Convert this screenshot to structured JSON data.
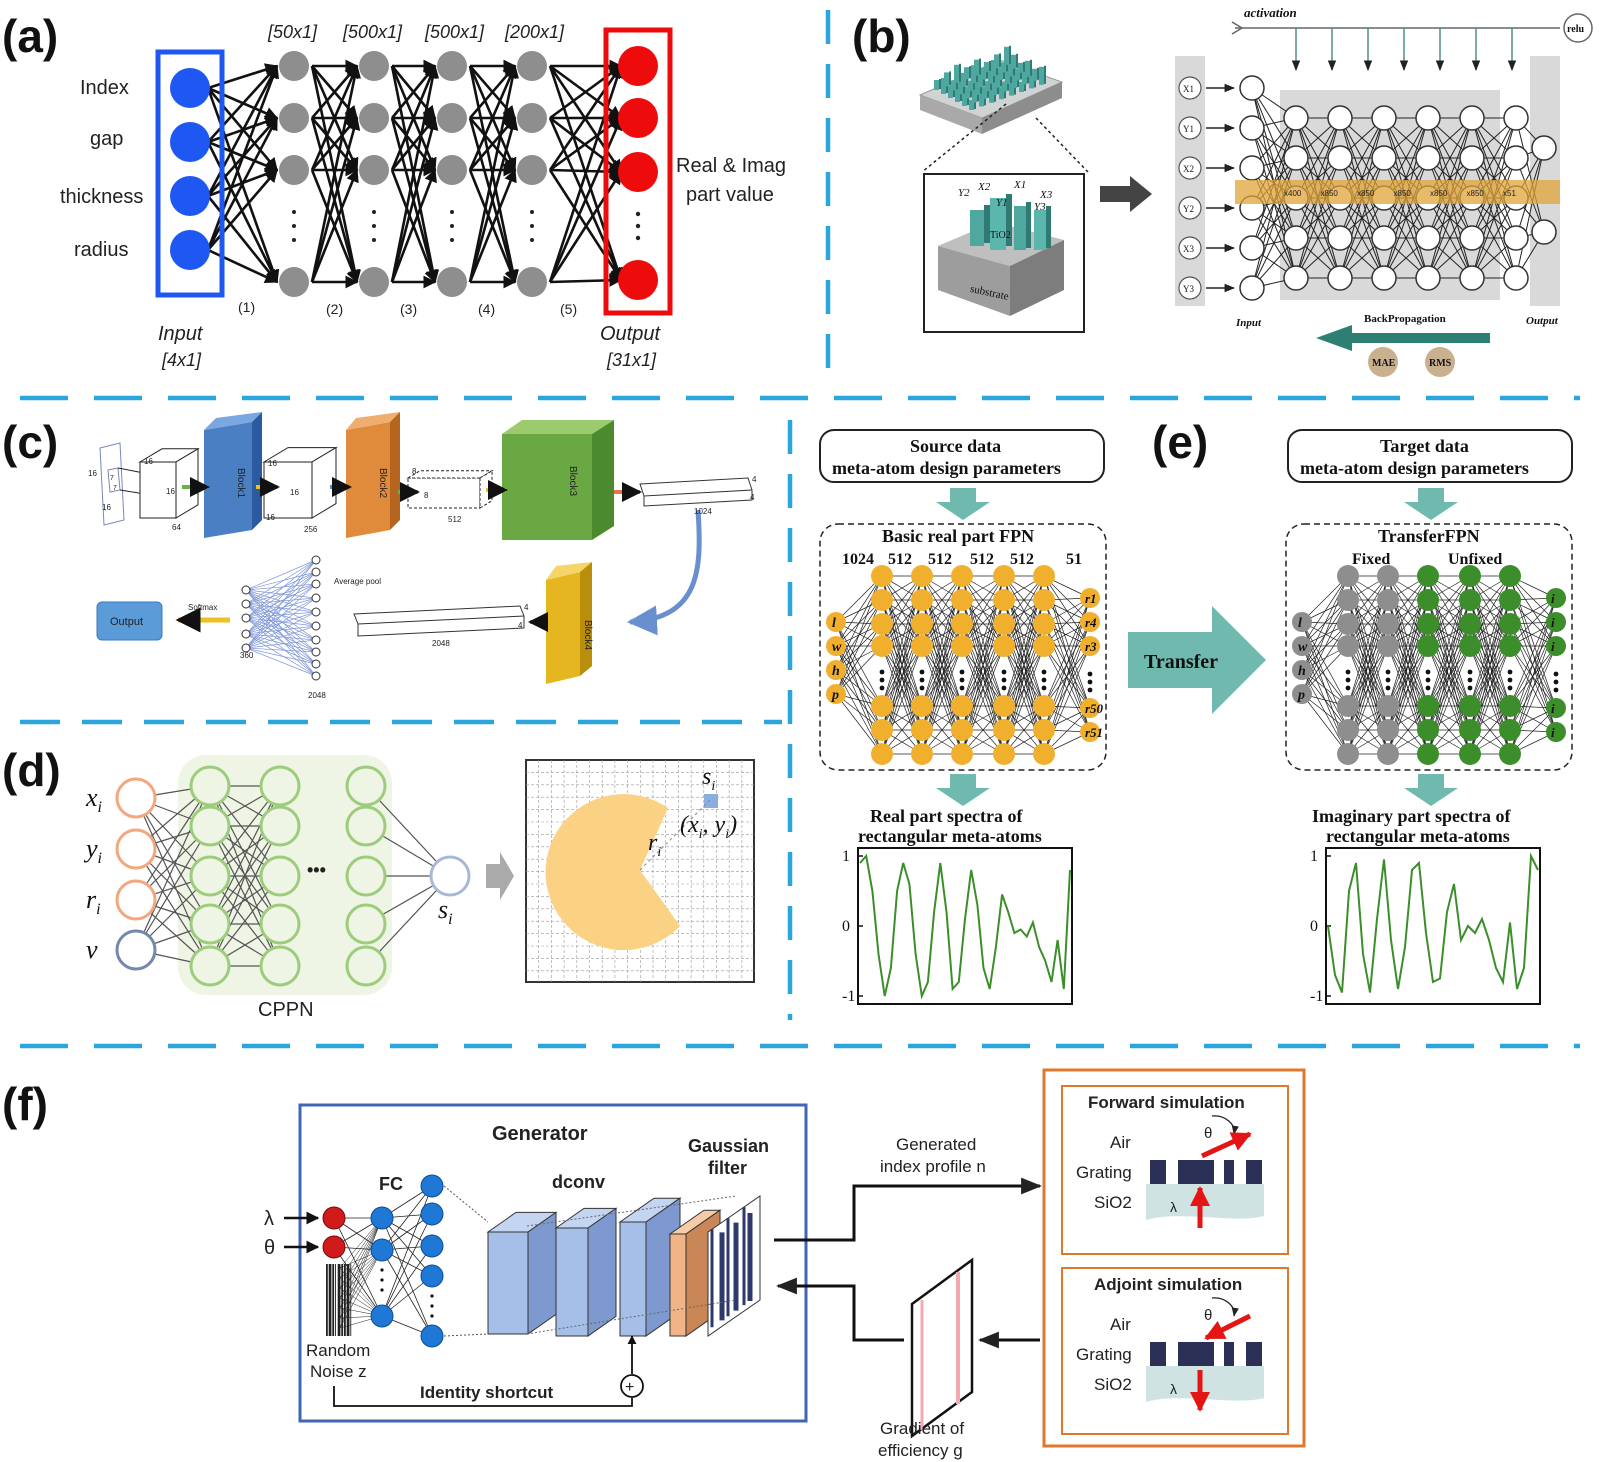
{
  "colors": {
    "divider": "#2aa6dc",
    "input_blue": "#1f57f2",
    "output_red": "#ee0b0b",
    "hidden_gray": "#8e8e8e",
    "orange": "#f0b02e",
    "green": "#3b8e2a",
    "teal": "#6fb9ae",
    "generator_box": "#3f65b6",
    "sim_box": "#e0782b",
    "sim_title": "#d9691e",
    "cppn_green": "#9ccc7c",
    "cppn_orange": "#f3a77e",
    "cppn_blue": "#7587ad"
  },
  "panels": {
    "a": "(a)",
    "b": "(b)",
    "c": "(c)",
    "d": "(d)",
    "e": "(e)",
    "f": "(f)"
  },
  "a": {
    "layer_sizes": [
      "[50x1]",
      "[500x1]",
      "[500x1]",
      "[200x1]"
    ],
    "input_labels": [
      "Index",
      "gap",
      "thickness",
      "radius"
    ],
    "output_text": [
      "Real & Imag",
      "part value"
    ],
    "connections": [
      "(1)",
      "(2)",
      "(3)",
      "(4)",
      "(5)"
    ],
    "input_title": "Input",
    "input_size": "[4x1]",
    "output_title": "Output",
    "output_size": "[31x1]"
  },
  "b": {
    "activation": "activation",
    "relu": "relu",
    "inputs": [
      "X1",
      "Y1",
      "X2",
      "Y2",
      "X3",
      "Y3"
    ],
    "layer_sizes": [
      "x400",
      "x850",
      "x850",
      "x850",
      "x850",
      "x850",
      "x51"
    ],
    "inset_labels": [
      "Y2",
      "X2",
      "Y1",
      "X1",
      "X3",
      "Y3"
    ],
    "tio2": "TiO2",
    "substrate": "substrate",
    "input_label": "Input",
    "output_label": "Output",
    "backprop": "BackPropagation",
    "mae": "MAE",
    "rms": "RMS"
  },
  "c": {
    "dims": [
      "16",
      "16",
      "7",
      "7",
      "16",
      "16",
      "16",
      "64",
      "16",
      "16",
      "256",
      "8",
      "8",
      "512",
      "4",
      "4",
      "1024",
      "4",
      "4",
      "2048",
      "360",
      "2048"
    ],
    "blocks": [
      "Block1",
      "Block2",
      "Block3",
      "Block4"
    ],
    "average_pool": "Average pool",
    "softmax": "Softmax",
    "output": "Output"
  },
  "d": {
    "inputs": [
      "x",
      "y",
      "r",
      "v"
    ],
    "sub": "i",
    "output": "s",
    "ellipsis": "•••",
    "cppn_label": "CPPN",
    "grid_s": "s",
    "grid_xy": "(x",
    "grid_yy": ", y",
    "grid_r": "r"
  },
  "e": {
    "source_title": [
      "Source data",
      "meta-atom design parameters"
    ],
    "target_title": [
      "Target data",
      "meta-atom design parameters"
    ],
    "basic_fpn": "Basic real part FPN",
    "transfer_fpn": "TransferFPN",
    "sizes": [
      "1024",
      "512",
      "512",
      "512",
      "512",
      "51"
    ],
    "inputs": [
      "l",
      "w",
      "h",
      "p"
    ],
    "outputs_left": [
      "r1",
      "r4",
      "r3",
      "r50",
      "r51"
    ],
    "outputs_right": [
      "i",
      "i",
      "i",
      "i",
      "i"
    ],
    "fixed": "Fixed",
    "unfixed": "Unfixed",
    "transfer": "Transfer",
    "real_caption": [
      "Real part spectra  of",
      "rectangular meta-atoms"
    ],
    "imag_caption": [
      "Imaginary part spectra  of",
      "rectangular meta-atoms"
    ],
    "y_ticks": [
      "1",
      "0",
      "-1"
    ]
  },
  "f": {
    "generator": "Generator",
    "fc": "FC",
    "dconv": "dconv",
    "gaussian": [
      "Gaussian",
      "filter"
    ],
    "lambda": "λ",
    "theta": "θ",
    "noise": [
      "Random",
      "Noise z"
    ],
    "identity": "Identity shortcut",
    "generated": [
      "Generated",
      "index profile n"
    ],
    "gradient": [
      "Gradient of",
      "efficiency g"
    ],
    "forward": "Forward simulation",
    "adjoint": "Adjoint simulation",
    "air": "Air",
    "grating": "Grating",
    "sio2": "SiO2"
  },
  "chart_data": [
    {
      "type": "line",
      "title": "",
      "xlabel": "",
      "ylabel": "",
      "ylim": [
        -1,
        1
      ],
      "y_ticks": [
        1,
        0,
        -1
      ],
      "series": [
        {
          "values": [
            0.9,
            1.0,
            0.5,
            -0.4,
            -1.0,
            -0.6,
            0.5,
            0.9,
            0.6,
            -0.4,
            -1.0,
            -0.8,
            0.2,
            0.9,
            0.2,
            -0.9,
            -0.8,
            0.1,
            0.8,
            0.3,
            -0.6,
            -0.9,
            -0.3,
            0.45,
            0.2,
            -0.1,
            -0.05,
            -0.15,
            0.05,
            -0.3,
            -0.5,
            -0.8,
            -0.2,
            -0.9,
            0.8
          ]
        }
      ]
    },
    {
      "type": "line",
      "title": "",
      "xlabel": "",
      "ylabel": "",
      "ylim": [
        -1,
        1
      ],
      "y_ticks": [
        1,
        0,
        -1
      ],
      "series": [
        {
          "values": [
            0.0,
            -0.7,
            -0.95,
            0.5,
            0.9,
            -0.4,
            -0.95,
            0.1,
            0.95,
            -0.2,
            -0.9,
            -0.3,
            0.8,
            0.9,
            -0.1,
            -0.8,
            -0.75,
            0.2,
            0.6,
            -0.2,
            0.0,
            -0.1,
            0.1,
            -0.2,
            -0.6,
            -0.8,
            0.05,
            -0.9,
            -0.6,
            1.0,
            0.8
          ]
        }
      ]
    }
  ]
}
